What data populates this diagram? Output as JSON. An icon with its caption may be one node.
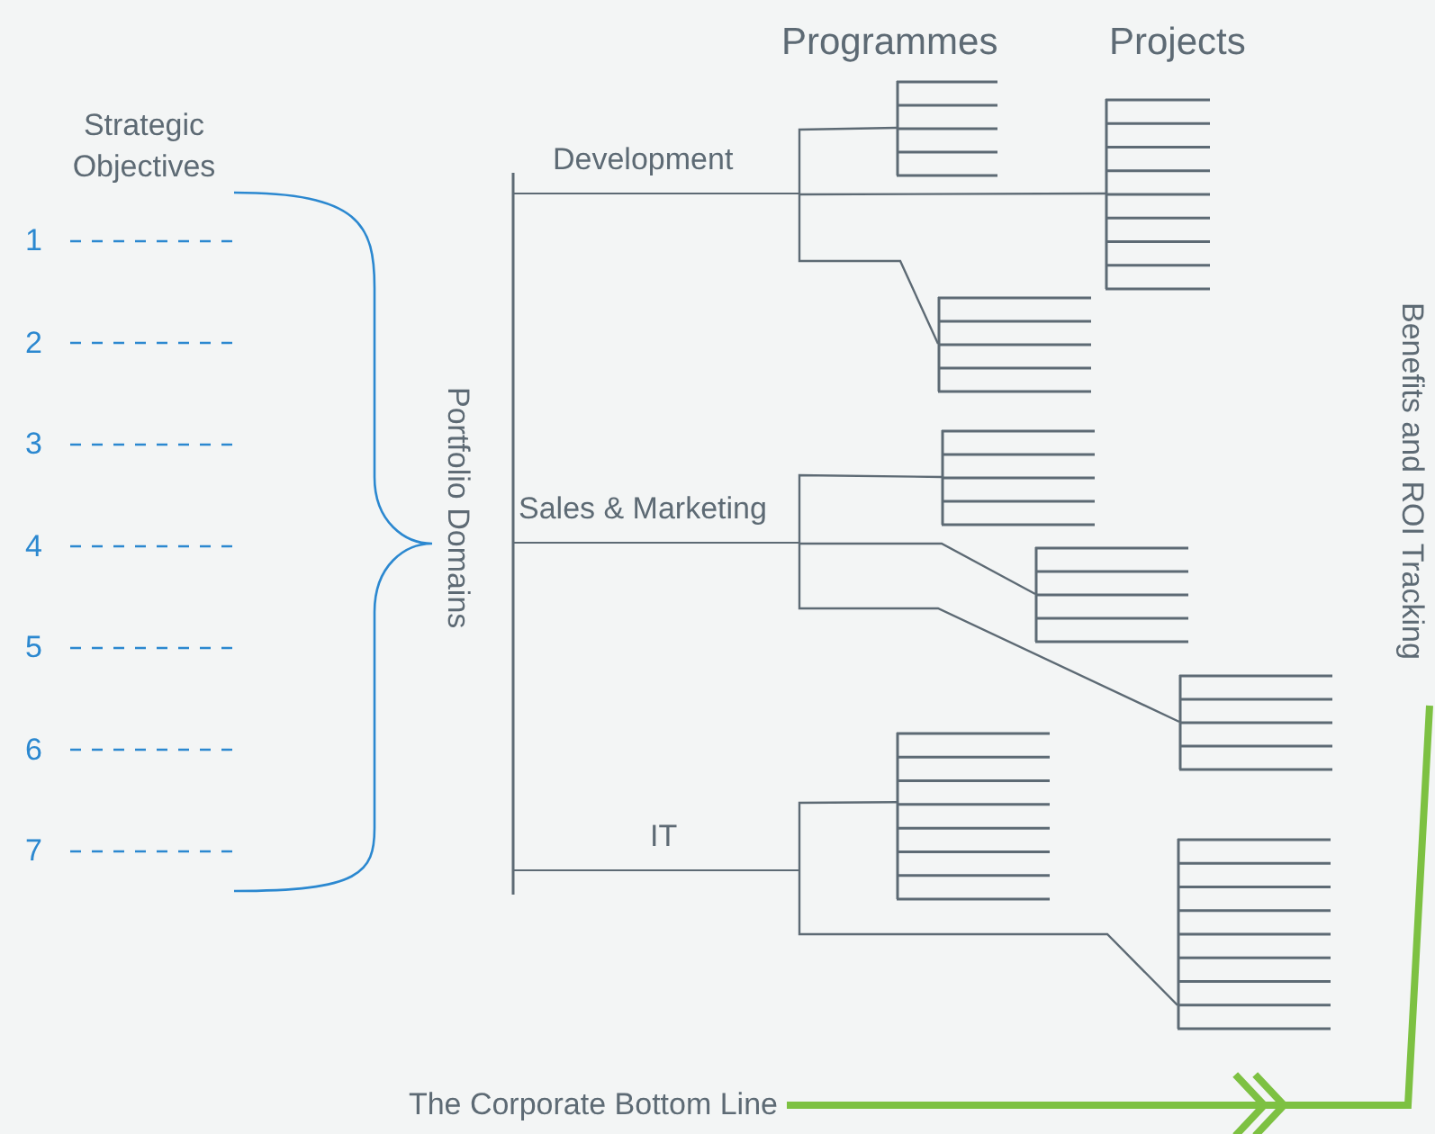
{
  "diagram": {
    "nodes": [
      {
        "text": [
          "Development"
        ]
      },
      {
        "text": [
          "Sales & Marketing"
        ]
      },
      {
        "text": [
          "IT"
        ]
      },
      {
        "text": [],
        "shape": "box"
      },
      {
        "text": [],
        "shape": "box"
      },
      {
        "text": [],
        "shape": "box"
      },
      {
        "text": [],
        "shape": "box"
      },
      {
        "text": [],
        "shape": "box"
      },
      {
        "text": [],
        "shape": "box"
      },
      {
        "text": [],
        "shape": "box"
      },
      {
        "text": [],
        "shape": "box"
      },
      {
        "text": [
          "The Corporate Bottom Line"
        ]
      },
      {
        "text": [
          "Benefits and ROI Tracking"
        ]
      }
    ],
    "edges": [
      {
        "from": 0,
        "to": 3,
        "arrow": "none"
      },
      {
        "from": 0,
        "to": 4,
        "arrow": "none"
      },
      {
        "from": 0,
        "to": 5,
        "arrow": "none"
      },
      {
        "from": 1,
        "to": 6,
        "arrow": "none"
      },
      {
        "from": 1,
        "to": 7,
        "arrow": "none"
      },
      {
        "from": 1,
        "to": 8,
        "arrow": "none"
      },
      {
        "from": 2,
        "to": 9,
        "arrow": "none"
      },
      {
        "from": 2,
        "to": 10,
        "arrow": "none"
      },
      {
        "from": 11,
        "to": 12,
        "arrow": "to",
        "style": "thick",
        "color": "#7dc142"
      }
    ],
    "labels": [
      "Programmes",
      "Projects",
      "Strategic Objectives",
      "1",
      "2",
      "3",
      "4",
      "5",
      "6",
      "7",
      "Portfolio Domains"
    ]
  }
}
